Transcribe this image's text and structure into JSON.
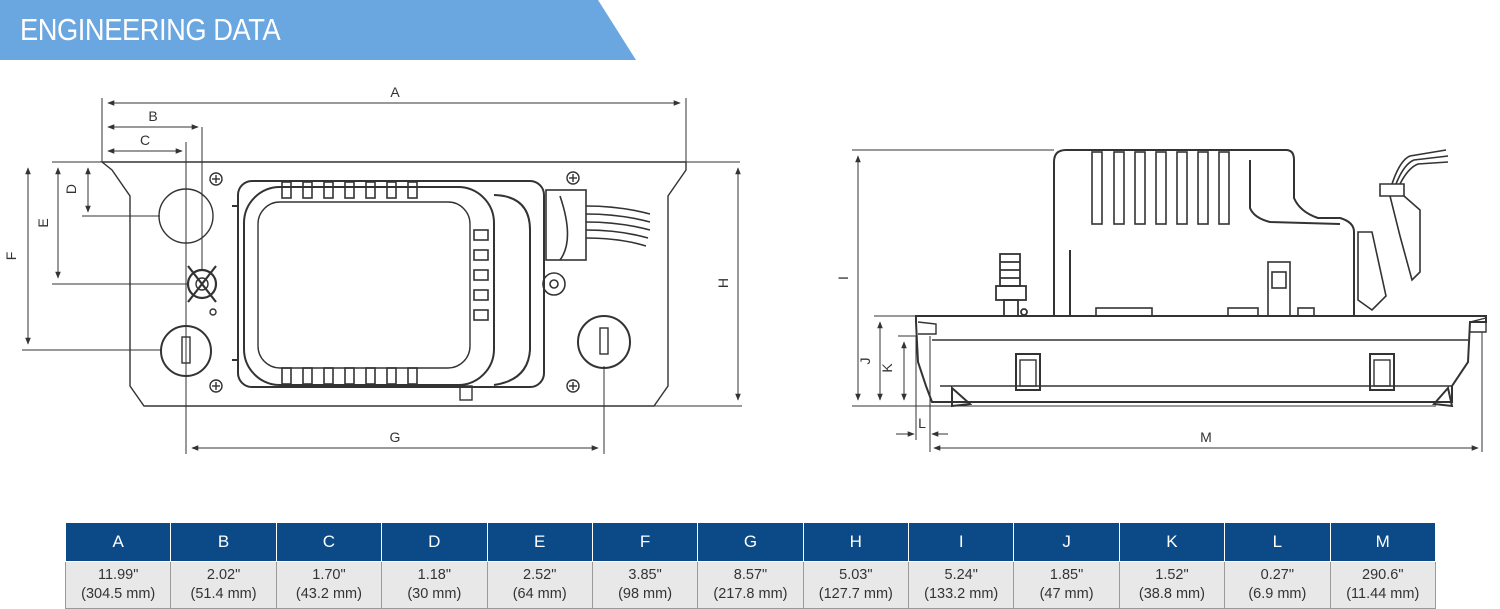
{
  "banner": {
    "title": "ENGINEERING DATA",
    "color": "#6aa6df"
  },
  "dimension_letters": [
    "A",
    "B",
    "C",
    "D",
    "E",
    "F",
    "G",
    "H",
    "I",
    "J",
    "K",
    "L",
    "M"
  ],
  "table": {
    "header_color": "#0b4a86",
    "columns": [
      {
        "letter": "A",
        "inches": "11.99\"",
        "metric": "(304.5 mm)"
      },
      {
        "letter": "B",
        "inches": "2.02\"",
        "metric": "(51.4 mm)"
      },
      {
        "letter": "C",
        "inches": "1.70\"",
        "metric": "(43.2 mm)"
      },
      {
        "letter": "D",
        "inches": "1.18\"",
        "metric": "(30 mm)"
      },
      {
        "letter": "E",
        "inches": "2.52\"",
        "metric": "(64 mm)"
      },
      {
        "letter": "F",
        "inches": "3.85\"",
        "metric": "(98 mm)"
      },
      {
        "letter": "G",
        "inches": "8.57\"",
        "metric": "(217.8 mm)"
      },
      {
        "letter": "H",
        "inches": "5.03\"",
        "metric": "(127.7 mm)"
      },
      {
        "letter": "I",
        "inches": "5.24\"",
        "metric": "(133.2 mm)"
      },
      {
        "letter": "J",
        "inches": "1.85\"",
        "metric": "(47 mm)"
      },
      {
        "letter": "K",
        "inches": "1.52\"",
        "metric": "(38.8 mm)"
      },
      {
        "letter": "L",
        "inches": "0.27\"",
        "metric": "(6.9 mm)"
      },
      {
        "letter": "M",
        "inches": "290.6\"",
        "metric": "(11.44 mm)"
      }
    ]
  }
}
